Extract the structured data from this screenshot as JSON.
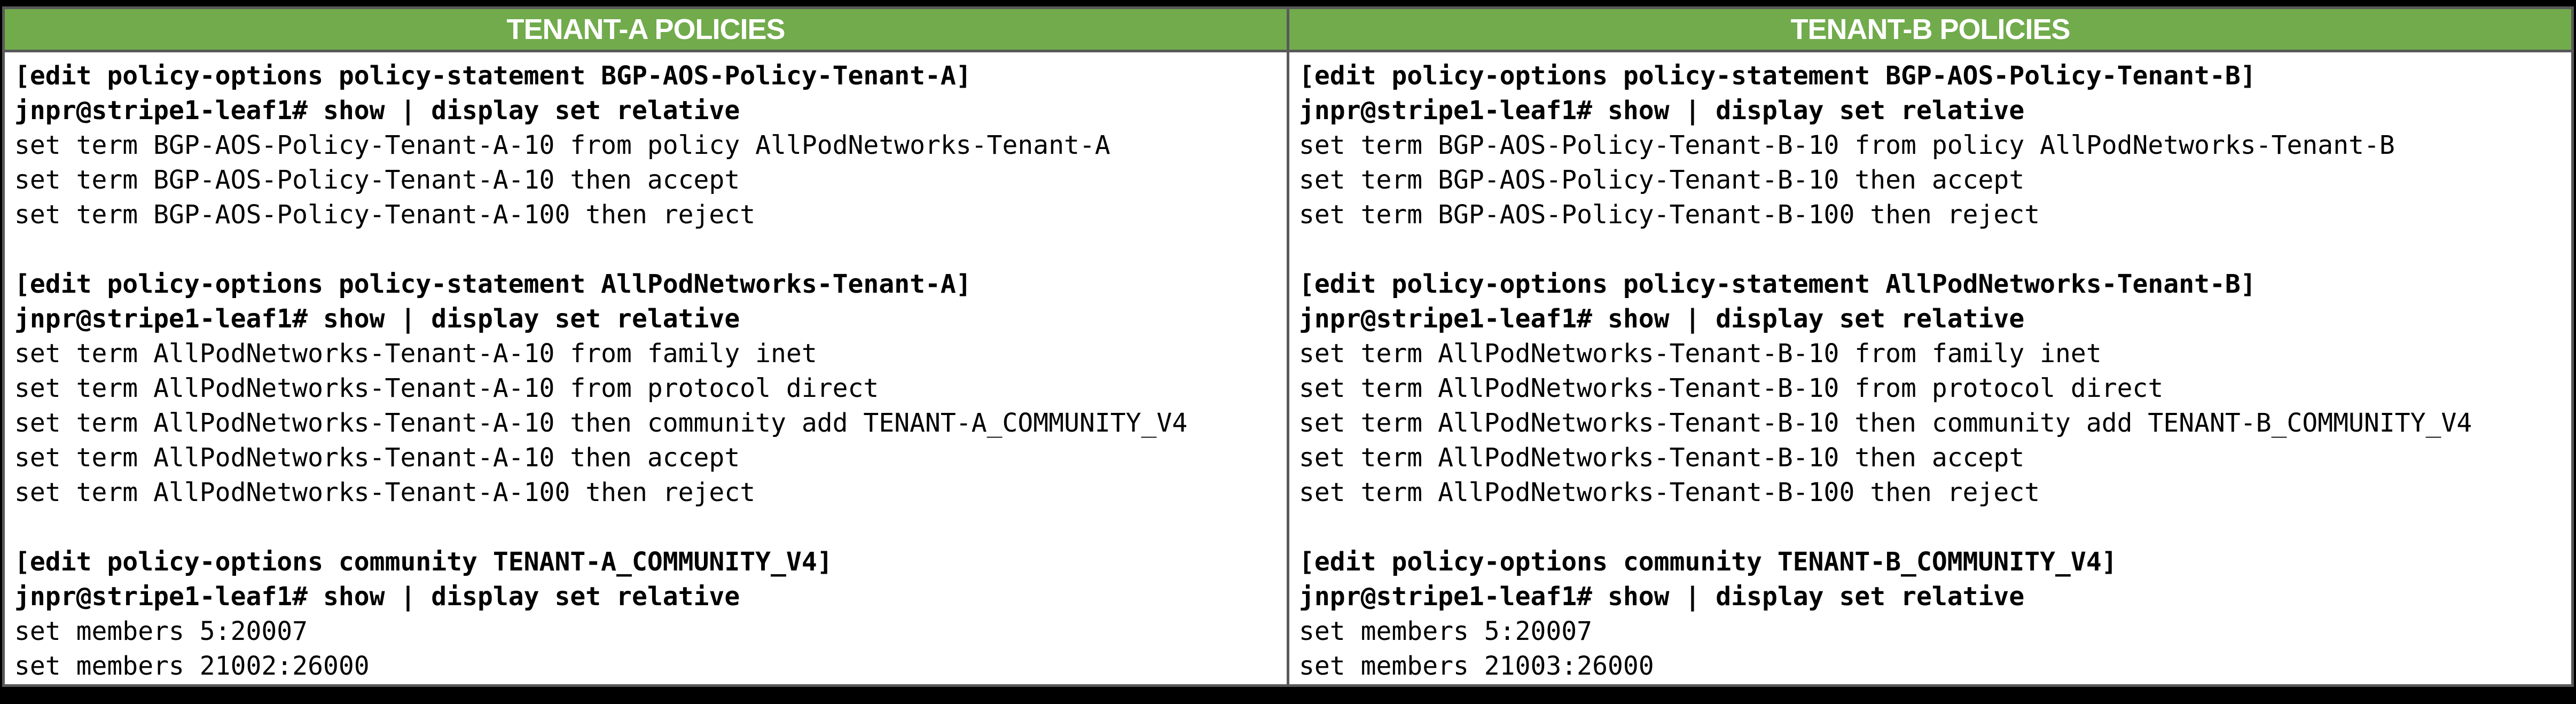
{
  "page": {
    "background": "#000000"
  },
  "table": {
    "border_color": "#595959",
    "header_bg": "#71AB4C",
    "header_text_color": "#FFFFFF",
    "columns": [
      {
        "header": "TENANT-A POLICIES",
        "sections": [
          {
            "context": "[edit policy-options policy-statement BGP-AOS-Policy-Tenant-A]",
            "prompt": "jnpr@stripe1-leaf1# show | display set relative",
            "lines": [
              "set term BGP-AOS-Policy-Tenant-A-10 from policy AllPodNetworks-Tenant-A",
              "set term BGP-AOS-Policy-Tenant-A-10 then accept",
              "set term BGP-AOS-Policy-Tenant-A-100 then reject"
            ]
          },
          {
            "context": "[edit policy-options policy-statement AllPodNetworks-Tenant-A]",
            "prompt": "jnpr@stripe1-leaf1# show | display set relative",
            "lines": [
              "set term AllPodNetworks-Tenant-A-10 from family inet",
              "set term AllPodNetworks-Tenant-A-10 from protocol direct",
              "set term AllPodNetworks-Tenant-A-10 then community add TENANT-A_COMMUNITY_V4",
              "set term AllPodNetworks-Tenant-A-10 then accept",
              "set term AllPodNetworks-Tenant-A-100 then reject"
            ]
          },
          {
            "context": "[edit policy-options community TENANT-A_COMMUNITY_V4]",
            "prompt": "jnpr@stripe1-leaf1# show | display set relative",
            "lines": [
              "set members 5:20007",
              "set members 21002:26000"
            ]
          }
        ]
      },
      {
        "header": "TENANT-B POLICIES",
        "sections": [
          {
            "context": "[edit policy-options policy-statement BGP-AOS-Policy-Tenant-B]",
            "prompt": "jnpr@stripe1-leaf1# show | display set relative",
            "lines": [
              "set term BGP-AOS-Policy-Tenant-B-10 from policy AllPodNetworks-Tenant-B",
              "set term BGP-AOS-Policy-Tenant-B-10 then accept",
              "set term BGP-AOS-Policy-Tenant-B-100 then reject"
            ]
          },
          {
            "context": "[edit policy-options policy-statement AllPodNetworks-Tenant-B]",
            "prompt": "jnpr@stripe1-leaf1# show | display set relative",
            "lines": [
              "set term AllPodNetworks-Tenant-B-10 from family inet",
              "set term AllPodNetworks-Tenant-B-10 from protocol direct",
              "set term AllPodNetworks-Tenant-B-10 then community add TENANT-B_COMMUNITY_V4",
              "set term AllPodNetworks-Tenant-B-10 then accept",
              "set term AllPodNetworks-Tenant-B-100 then reject"
            ]
          },
          {
            "context": "[edit policy-options community TENANT-B_COMMUNITY_V4]",
            "prompt": "jnpr@stripe1-leaf1# show | display set relative",
            "lines": [
              "set members 5:20007",
              "set members 21003:26000"
            ]
          }
        ]
      }
    ]
  }
}
